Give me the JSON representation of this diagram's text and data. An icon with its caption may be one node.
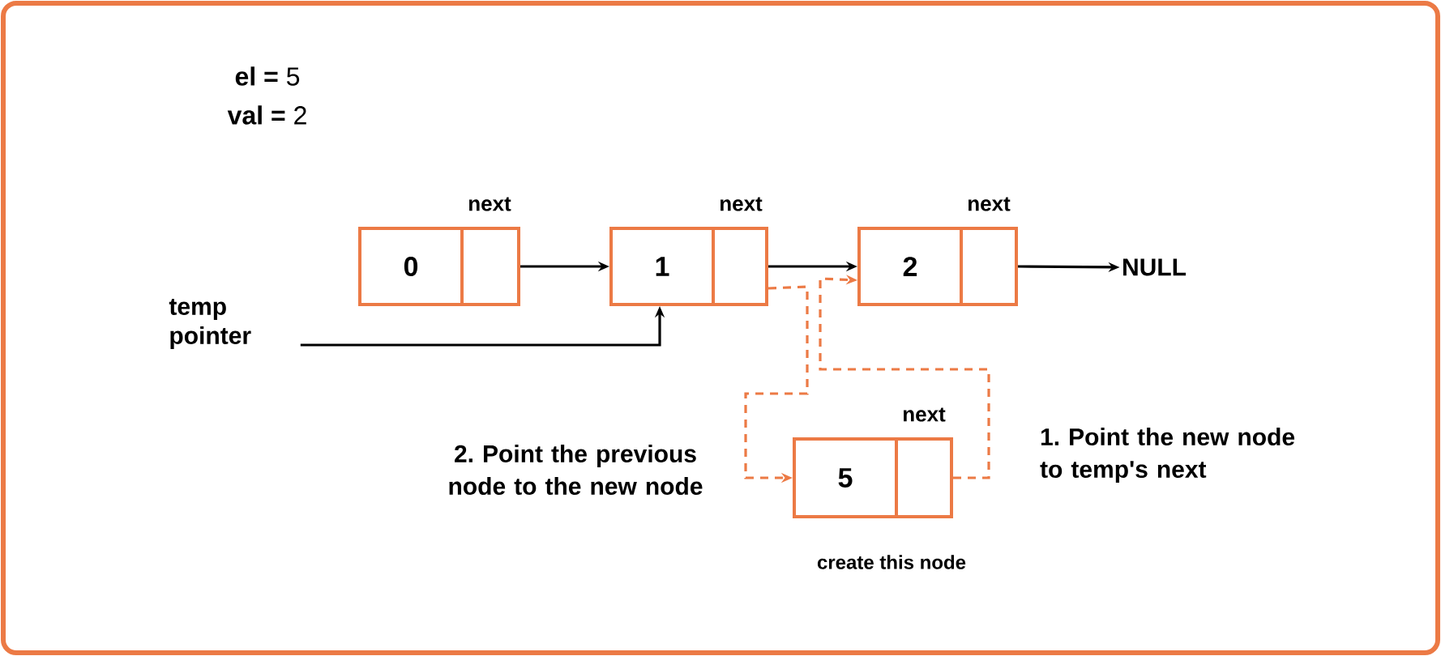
{
  "diagram": {
    "nodes": [
      {
        "text": [
          "0"
        ],
        "beside": [
          "next"
        ]
      },
      {
        "text": [
          "1"
        ],
        "beside": [
          "next"
        ]
      },
      {
        "text": [
          "2"
        ],
        "beside": [
          "next"
        ]
      },
      {
        "text": [
          "NULL"
        ]
      },
      {
        "text": [
          "temp pointer"
        ]
      },
      {
        "text": [
          "5"
        ],
        "beside": [
          "next",
          "create this node"
        ]
      }
    ],
    "edges": [
      {
        "from": 0,
        "to": 1,
        "arrow": "to"
      },
      {
        "from": 1,
        "to": 2,
        "arrow": "to"
      },
      {
        "from": 2,
        "to": 3,
        "arrow": "to"
      },
      {
        "from": 4,
        "to": 1,
        "arrow": "to"
      },
      {
        "from": 1,
        "to": 5,
        "arrow": "to",
        "style": "dashed",
        "color": "#ec7a45"
      },
      {
        "from": 5,
        "to": 2,
        "arrow": "to",
        "style": "dashed",
        "color": "#ec7a45"
      }
    ],
    "labels": [
      "**el =** 5",
      "**val =** 2",
      "2. Point the previous node to the new node",
      "1. Point the new node to temp's next"
    ]
  }
}
